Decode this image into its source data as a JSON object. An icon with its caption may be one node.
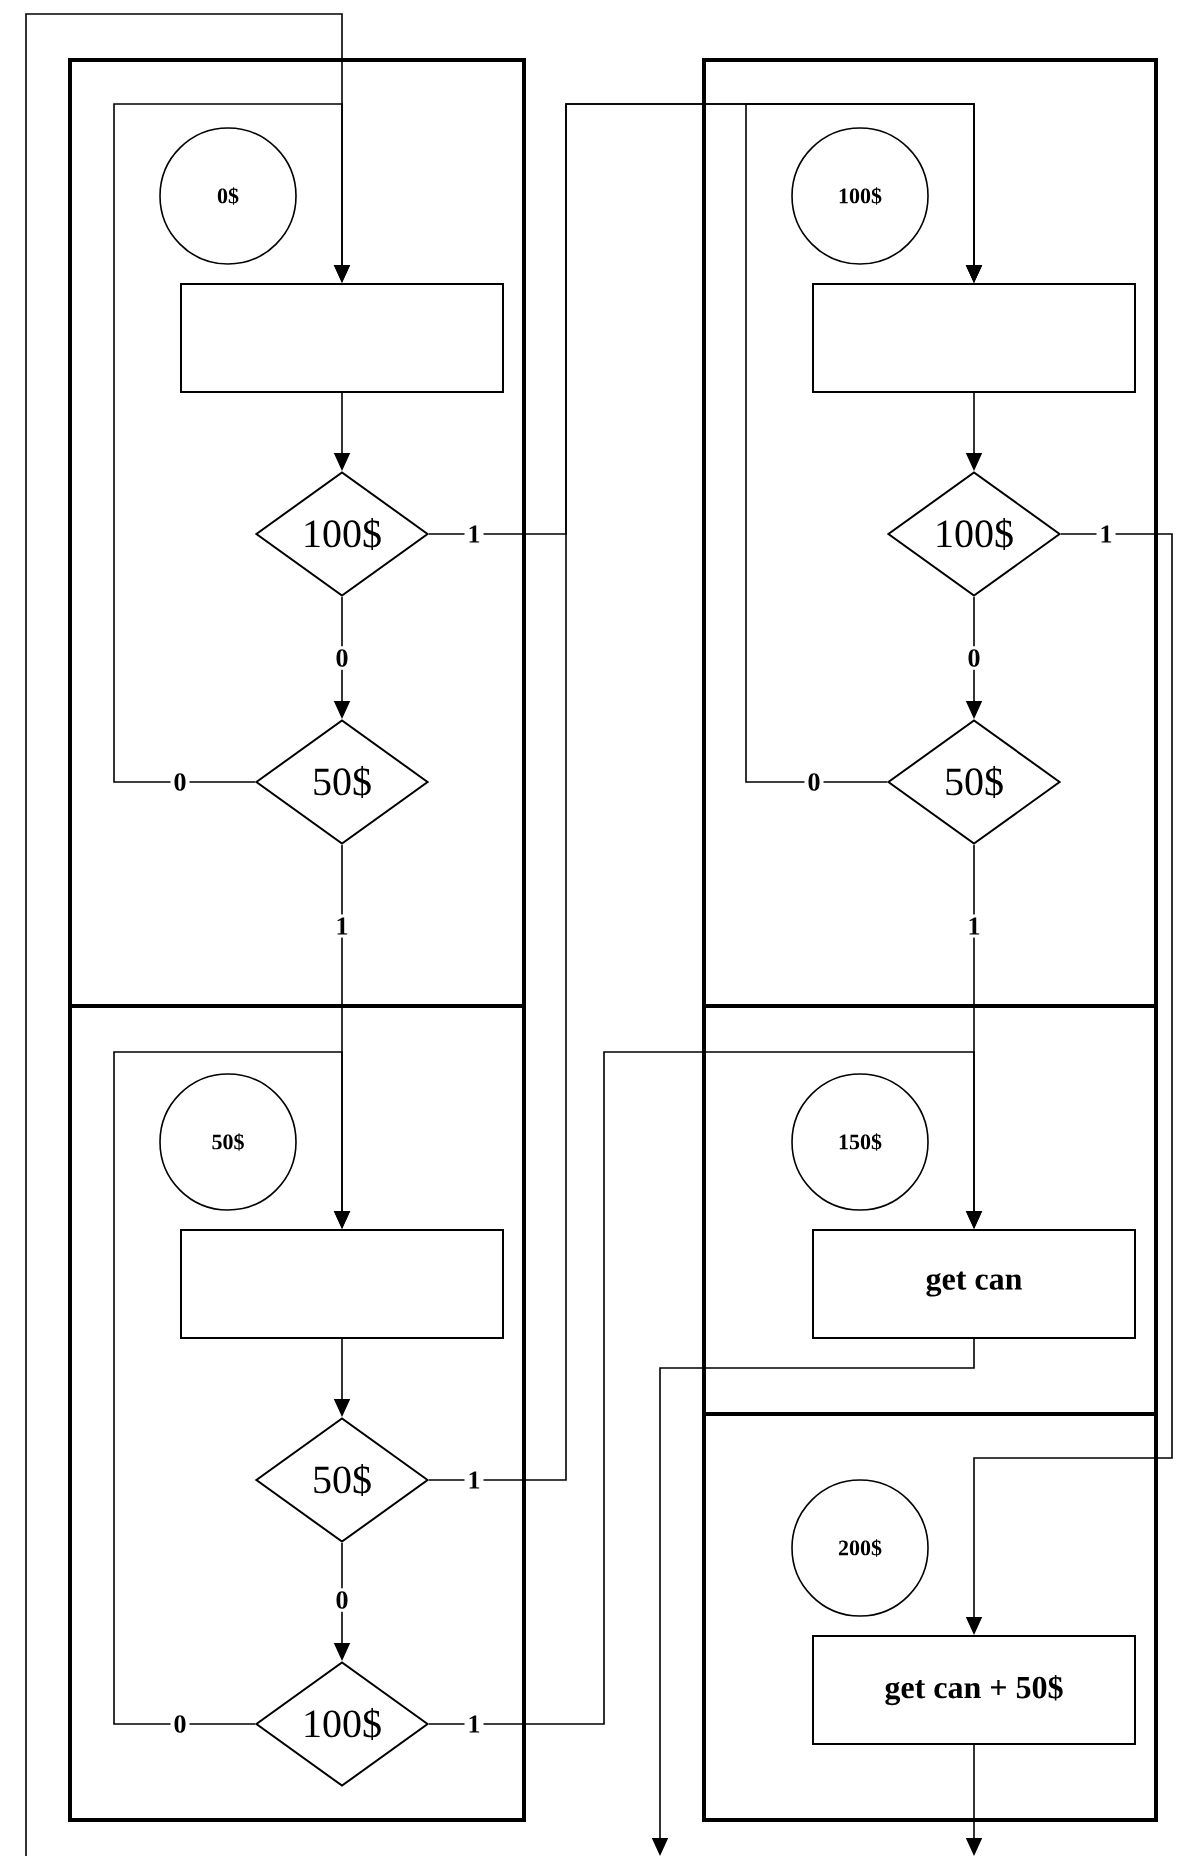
{
  "diagram": {
    "nodes": [
      {
        "text": [],
        "shape": "box"
      },
      {
        "text": [
          "0$"
        ],
        "in": 0
      },
      {
        "text": [],
        "shape": "box",
        "in": 0
      },
      {
        "text": [
          "100$"
        ],
        "in": 0
      },
      {
        "text": [
          "50$"
        ],
        "in": 0
      },
      {
        "text": [],
        "shape": "box"
      },
      {
        "text": [
          "50$"
        ],
        "in": 5
      },
      {
        "text": [],
        "shape": "box",
        "in": 5
      },
      {
        "text": [
          "50$"
        ],
        "in": 5
      },
      {
        "text": [
          "100$"
        ],
        "in": 5
      },
      {
        "text": [],
        "shape": "box"
      },
      {
        "text": [
          "100$"
        ],
        "in": 10
      },
      {
        "text": [],
        "shape": "box",
        "in": 10
      },
      {
        "text": [
          "100$"
        ],
        "in": 10
      },
      {
        "text": [
          "50$"
        ],
        "in": 10
      },
      {
        "text": [],
        "shape": "box"
      },
      {
        "text": [
          "150$"
        ],
        "in": 15
      },
      {
        "text": [
          "get can"
        ],
        "in": 15
      },
      {
        "text": [],
        "shape": "box"
      },
      {
        "text": [
          "200$"
        ],
        "in": 18
      },
      {
        "text": [
          "get can + 50$"
        ],
        "in": 18
      }
    ],
    "edges": [
      {
        "from": 2,
        "to": 3,
        "arrow": "to"
      },
      {
        "from": 3,
        "to": 4,
        "arrow": "to",
        "label": "0"
      },
      {
        "from": 4,
        "to": 2,
        "arrow": "to",
        "label": "0"
      },
      {
        "from": 4,
        "to": 7,
        "arrow": "to",
        "label": "1"
      },
      {
        "from": 3,
        "to": 12,
        "arrow": "to",
        "label": "1"
      },
      {
        "from": 8,
        "to": 12,
        "arrow": "to",
        "label": "1"
      },
      {
        "from": 12,
        "to": 13,
        "arrow": "to"
      },
      {
        "from": 13,
        "to": 14,
        "arrow": "to",
        "label": "0"
      },
      {
        "from": 14,
        "to": 12,
        "arrow": "to",
        "label": "0"
      },
      {
        "from": 13,
        "to": 20,
        "arrow": "to",
        "label": "1"
      },
      {
        "from": 14,
        "to": 17,
        "arrow": "to",
        "label": "1"
      },
      {
        "from": 7,
        "to": 8,
        "arrow": "to"
      },
      {
        "from": 8,
        "to": 9,
        "arrow": "to",
        "label": "0"
      },
      {
        "from": 9,
        "to": 7,
        "arrow": "to",
        "label": "0"
      },
      {
        "from": 9,
        "to": 17,
        "arrow": "to",
        "label": "1"
      },
      {
        "from": 17,
        "to": null,
        "arrow": "to"
      },
      {
        "from": 20,
        "to": null,
        "arrow": "to"
      },
      {
        "from": null,
        "to": 2,
        "arrow": "to"
      }
    ]
  }
}
